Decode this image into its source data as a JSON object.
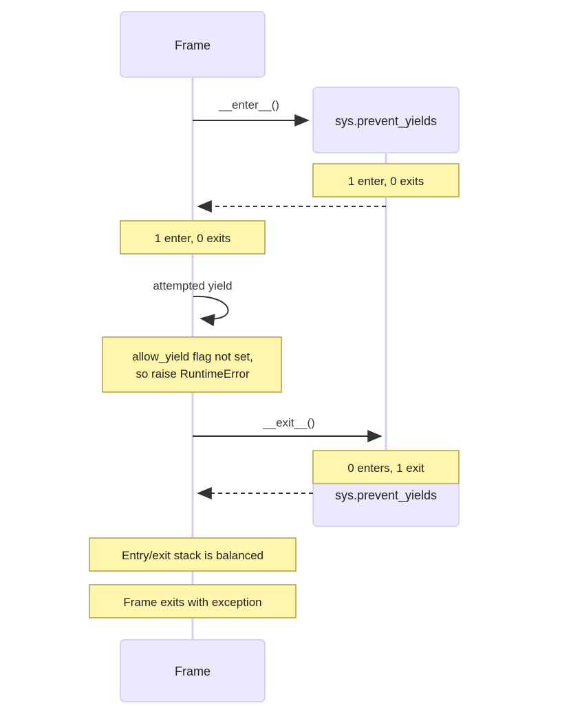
{
  "diagram": {
    "type": "sequence-diagram",
    "title": "",
    "colors": {
      "actor_fill": "#ECE8FD",
      "actor_stroke": "#D9D2F5",
      "note_fill": "#FFF5AD",
      "note_stroke": "#BFB868",
      "lifeline_stroke": "#D6CEF2",
      "arrow_stroke": "#333333",
      "message_text": "#3b3b44",
      "background": "#FFFFFF"
    },
    "participants": [
      {
        "id": "frame",
        "label": "Frame"
      },
      {
        "id": "prevent_yields",
        "label": "sys.prevent_yields"
      }
    ],
    "actor_boxes": [
      {
        "id": "frame-top",
        "label": "Frame",
        "position": "top"
      },
      {
        "id": "prevent-yields-top",
        "label": "sys.prevent_yields",
        "position": "top"
      },
      {
        "id": "prevent-yields-bottom",
        "label": "sys.prevent_yields",
        "position": "bottom"
      },
      {
        "id": "frame-bottom",
        "label": "Frame",
        "position": "bottom"
      }
    ],
    "messages": [
      {
        "id": "msg-enter",
        "label": "__enter__()",
        "from": "frame",
        "to": "prevent_yields",
        "style": "solid"
      },
      {
        "id": "msg-enter-return",
        "label": "",
        "from": "prevent_yields",
        "to": "frame",
        "style": "dashed"
      },
      {
        "id": "msg-attempted-yield",
        "label": "attempted yield",
        "from": "frame",
        "to": "frame",
        "style": "self-loop"
      },
      {
        "id": "msg-exit",
        "label": "__exit__()",
        "from": "frame",
        "to": "prevent_yields",
        "style": "solid"
      },
      {
        "id": "msg-exit-return",
        "label": "",
        "from": "prevent_yields",
        "to": "frame",
        "style": "dashed"
      }
    ],
    "notes": [
      {
        "id": "note-1",
        "over": "prevent_yields",
        "lines": [
          "1 enter, 0 exits"
        ]
      },
      {
        "id": "note-2",
        "over": "frame",
        "lines": [
          "1 enter, 0 exits"
        ]
      },
      {
        "id": "note-3",
        "over": "frame",
        "lines": [
          "allow_yield flag not set,",
          "so raise RuntimeError"
        ]
      },
      {
        "id": "note-4",
        "over": "prevent_yields",
        "lines": [
          "0 enters, 1 exit"
        ]
      },
      {
        "id": "note-5",
        "over": "frame",
        "lines": [
          "Entry/exit stack is balanced"
        ]
      },
      {
        "id": "note-6",
        "over": "frame",
        "lines": [
          "Frame exits with exception"
        ]
      }
    ]
  }
}
